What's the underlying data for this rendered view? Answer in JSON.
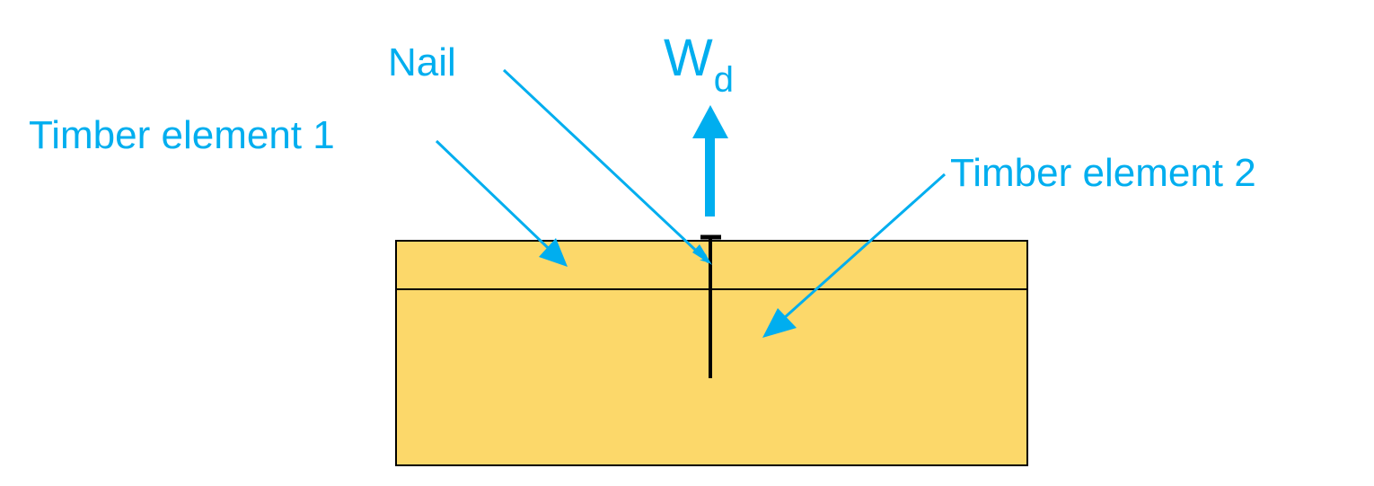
{
  "labels": {
    "nail": "Nail",
    "timber1": "Timber element 1",
    "timber2": "Timber element 2"
  },
  "load": {
    "symbol": "W",
    "subscript": "d"
  },
  "colors": {
    "accent": "#00AEEF",
    "timber": "#FCD86A",
    "outline": "#000000",
    "background": "#FFFFFF"
  }
}
